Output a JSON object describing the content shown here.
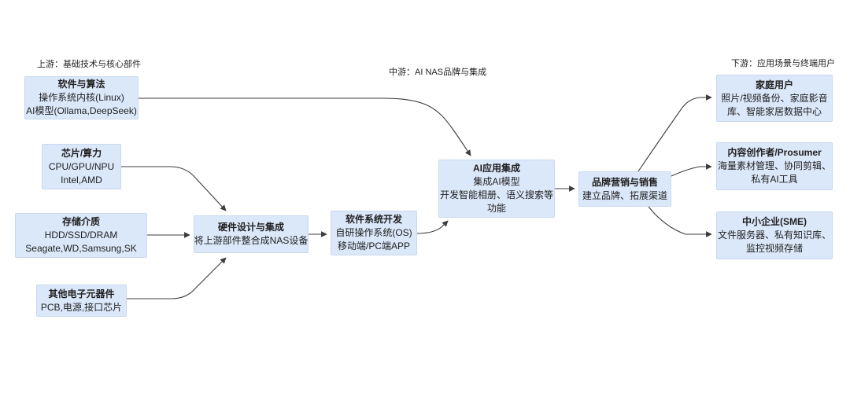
{
  "section_labels": {
    "upstream": "上游：基础技术与核心部件",
    "midstream": "中游：AI NAS品牌与集成",
    "downstream": "下游：应用场景与终端用户"
  },
  "nodes": {
    "software_algorithms": {
      "title": "软件与算法",
      "line1": "操作系统内核(Linux)",
      "line2": "AI模型(Ollama,DeepSeek)"
    },
    "chip_compute": {
      "title": "芯片/算力",
      "line1": "CPU/GPU/NPU",
      "line2": "Intel,AMD"
    },
    "storage_media": {
      "title": "存储介质",
      "line1": "HDD/SSD/DRAM",
      "line2": "Seagate,WD,Samsung,SK"
    },
    "other_components": {
      "title": "其他电子元器件",
      "line1": "PCB,电源,接口芯片"
    },
    "hardware_integration": {
      "title": "硬件设计与集成",
      "line1": "将上游部件整合成NAS设备"
    },
    "software_development": {
      "title": "软件系统开发",
      "line1": "自研操作系统(OS)",
      "line2": "移动端/PC端APP"
    },
    "ai_integration": {
      "title": "AI应用集成",
      "line1": "集成AI模型",
      "line2": "开发智能相册、语义搜索等",
      "line3": "功能"
    },
    "brand_sales": {
      "title": "品牌营销与销售",
      "line1": "建立品牌、拓展渠道"
    },
    "home_users": {
      "title": "家庭用户",
      "line1": "照片/视频备份、家庭影音",
      "line2": "库、智能家居数据中心"
    },
    "content_creators": {
      "title": "内容创作者/Prosumer",
      "line1": "海量素材管理、协同剪辑、",
      "line2": "私有AI工具"
    },
    "sme": {
      "title": "中小企业(SME)",
      "line1": "文件服务器、私有知识库、",
      "line2": "监控视频存储"
    }
  },
  "edges": [
    {
      "from": "software_algorithms",
      "to": "ai_integration"
    },
    {
      "from": "chip_compute",
      "to": "hardware_integration"
    },
    {
      "from": "storage_media",
      "to": "hardware_integration"
    },
    {
      "from": "other_components",
      "to": "hardware_integration"
    },
    {
      "from": "hardware_integration",
      "to": "software_development"
    },
    {
      "from": "software_development",
      "to": "ai_integration"
    },
    {
      "from": "ai_integration",
      "to": "brand_sales"
    },
    {
      "from": "brand_sales",
      "to": "home_users"
    },
    {
      "from": "brand_sales",
      "to": "content_creators"
    },
    {
      "from": "brand_sales",
      "to": "sme"
    }
  ],
  "colors": {
    "background": "#ffffff",
    "node_fill": "#dbe8fa",
    "node_border": "#c9d8ee",
    "arrow": "#3d3d3d",
    "text": "#1f1f1f"
  }
}
